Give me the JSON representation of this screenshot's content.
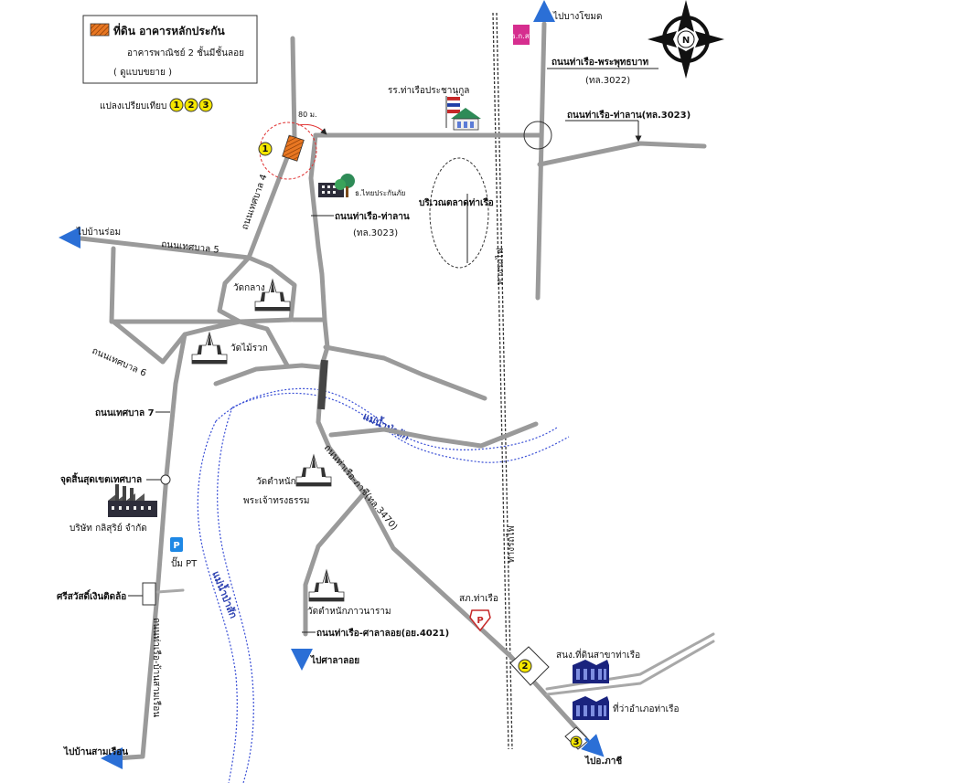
{
  "legend": {
    "title": "ที่ดิน อาคารหลักประกัน",
    "line2": "อาคารพาณิชย์ 2 ชั้นมีชั้นลอย",
    "line3": "( ดูแบบขยาย )",
    "compare_label": "แปลงเปรียบเทียบ",
    "swatch_color": "#e87722"
  },
  "badges": [
    "1",
    "2",
    "3"
  ],
  "distance": "80 ม.",
  "compass": "N",
  "labels": {
    "to_bang_khomod": "ไปบางโขมด",
    "rd_tharuea_phraphutthabat": "ถนนท่าเรือ-พระพุทธบาท",
    "rd_3022": "(ทล.3022)",
    "rd_tharuea_thalan_top": "ถนนท่าเรือ-ท่าลาน(ทล.3023)",
    "school": "รร.ท่าเรือประชานุกูล",
    "market": "บริเวณตลาดท่าเรือ",
    "bank_logo": "ธ.ก.ส.",
    "bank_small": "ธ.ไทยประกันภัย",
    "rd_tharuea_thalan_mid": "ถนนท่าเรือ-ท่าลาน",
    "rd_3023": "(ทล.3023)",
    "to_ban_rom": "ไปบ้านร่อม",
    "rd_thetsaban5": "ถนนเทศบาล 5",
    "rd_thetsaban4": "ถนนเทศบาล 4",
    "wat_klang": "วัดกลาง",
    "wat_mai_rak": "วัดไม้รวก",
    "rd_thetsaban6": "ถนนเทศบาล 6",
    "rd_thetsaban7": "ถนนเทศบาล 7",
    "river_pasak": "แม่น้ำป่าสัก",
    "river_pasak2": "แม่น้ำป่าสัก",
    "rail_north": "ทางรถไฟ",
    "rail_south": "ทางรถไฟ",
    "rd_tharuea_phachi": "ถนนท่าเรือ-ภาชี(ทล.3470)",
    "wat_tamnak": "วัดตำหนัก",
    "wat_tamnak2": "พระเจ้าทรงธรรม",
    "municipal_end": "จุดสิ้นสุดเขตเทศบาล",
    "company": "บริษัท กลิสุริย์ จำกัด",
    "gas": "ปั๊ม PT",
    "gas_glyph": "P",
    "sriswat": "ศรีสวัสดิ์เงินติดล้อ",
    "rd_tharuea_sam_ruean": "ถนนท่าเรือ-บ้านสามเรือน",
    "to_ban_sam_ruean": "ไปบ้านสามเรือน",
    "wat_tamnak_phawana": "วัดตำหนักภาวนาราม",
    "rd_tharuea_sala_loi": "ถนนท่าเรือ-ศาลาลอย(อย.4021)",
    "to_sala_loi": "ไปศาลาลอย",
    "police": "สภ.ท่าเรือ",
    "police_glyph": "P",
    "land_office": "สนง.ที่ดินสาขาท่าเรือ",
    "district_office": "ที่ว่าอำเภอท่าเรือ",
    "to_phachi": "ไปอ.ภาชี"
  }
}
